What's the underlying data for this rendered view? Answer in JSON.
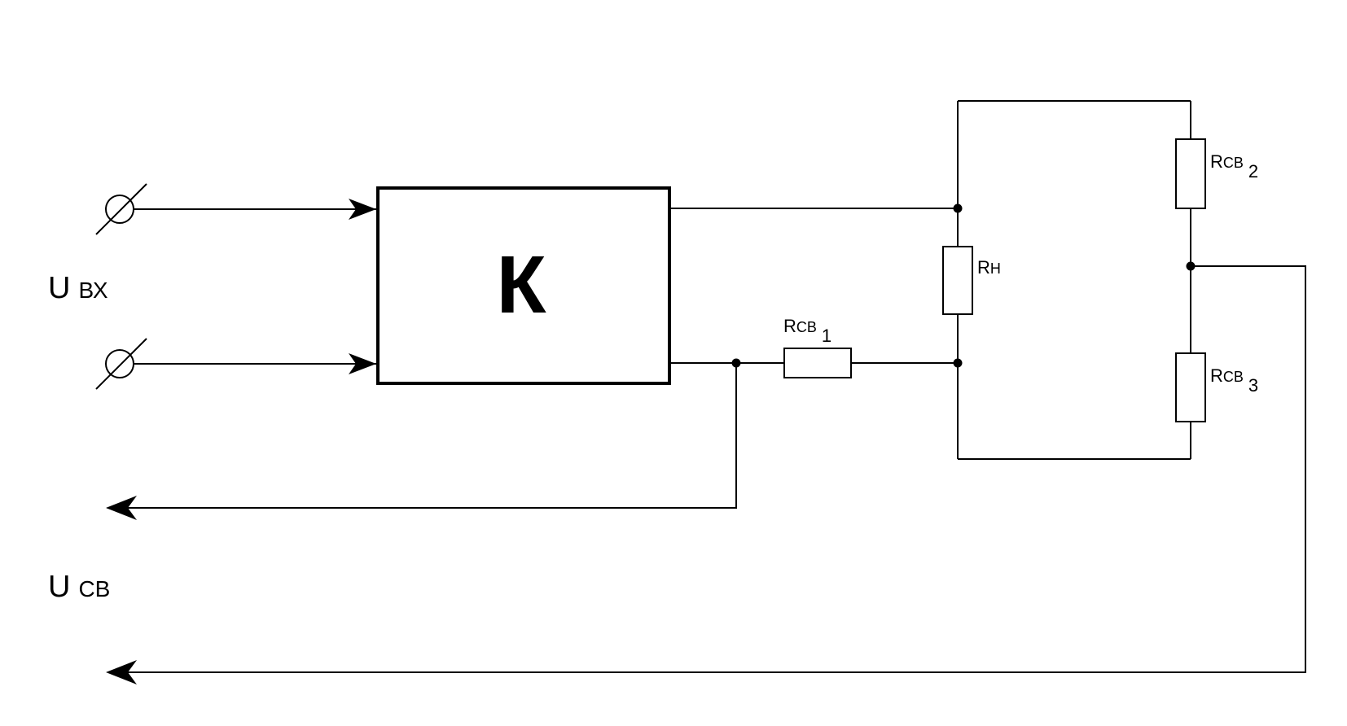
{
  "block": {
    "label": "К"
  },
  "labels": {
    "u_in_main": "U",
    "u_in_sub": "ВХ",
    "u_fb_main": "U",
    "u_fb_sub": "СВ"
  },
  "resistors": {
    "r_load": {
      "main": "R",
      "sub": "Н",
      "index": ""
    },
    "r_fb1": {
      "main": "R",
      "sub": "СВ",
      "index": "1"
    },
    "r_fb2": {
      "main": "R",
      "sub": "СВ",
      "index": "2"
    },
    "r_fb3": {
      "main": "R",
      "sub": "СВ",
      "index": "3"
    }
  }
}
